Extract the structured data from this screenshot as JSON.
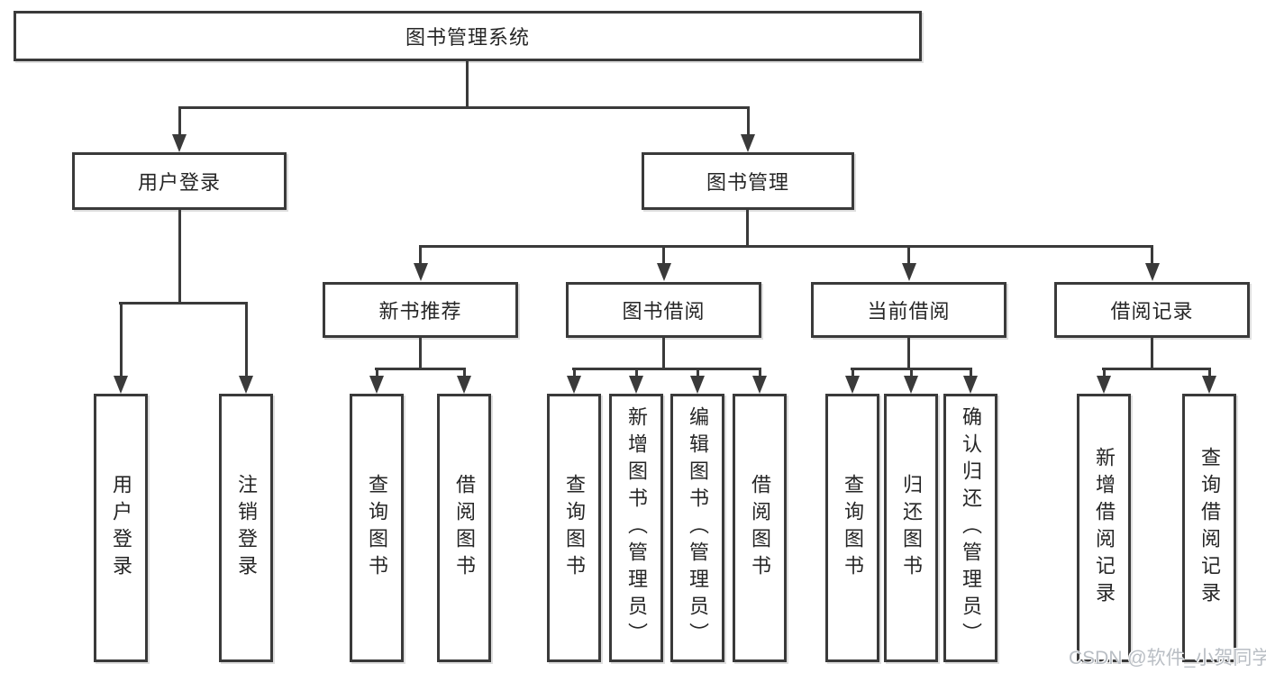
{
  "diagram": {
    "root": {
      "label": "图书管理系统"
    },
    "level2": [
      {
        "id": "user-login",
        "label": "用户登录"
      },
      {
        "id": "book-management",
        "label": "图书管理"
      }
    ],
    "level3": [
      {
        "id": "new-book-recommend",
        "label": "新书推荐",
        "parent": "图书管理"
      },
      {
        "id": "book-borrow",
        "label": "图书借阅",
        "parent": "图书管理"
      },
      {
        "id": "current-borrow",
        "label": "当前借阅",
        "parent": "图书管理"
      },
      {
        "id": "borrow-records",
        "label": "借阅记录",
        "parent": "图书管理"
      }
    ],
    "leaves": [
      {
        "label": "用户登录",
        "parent": "用户登录"
      },
      {
        "label": "注销登录",
        "parent": "用户登录"
      },
      {
        "label": "查询图书",
        "parent": "新书推荐"
      },
      {
        "label": "借阅图书",
        "parent": "新书推荐"
      },
      {
        "label": "查询图书",
        "parent": "图书借阅"
      },
      {
        "label": "新增图书（管理员）",
        "parent": "图书借阅"
      },
      {
        "label": "编辑图书（管理员）",
        "parent": "图书借阅"
      },
      {
        "label": "借阅图书",
        "parent": "图书借阅"
      },
      {
        "label": "查询图书",
        "parent": "当前借阅"
      },
      {
        "label": "归还图书",
        "parent": "当前借阅"
      },
      {
        "label": "确认归还（管理员）",
        "parent": "当前借阅"
      },
      {
        "label": "新增借阅记录",
        "parent": "借阅记录"
      },
      {
        "label": "查询借阅记录",
        "parent": "借阅记录"
      }
    ],
    "watermark": "CSDN @软件_小贺同学",
    "colors": {
      "line": "#3a3a3a",
      "text": "#262626",
      "watermark": "#b9bec4",
      "background": "#ffffff"
    }
  }
}
